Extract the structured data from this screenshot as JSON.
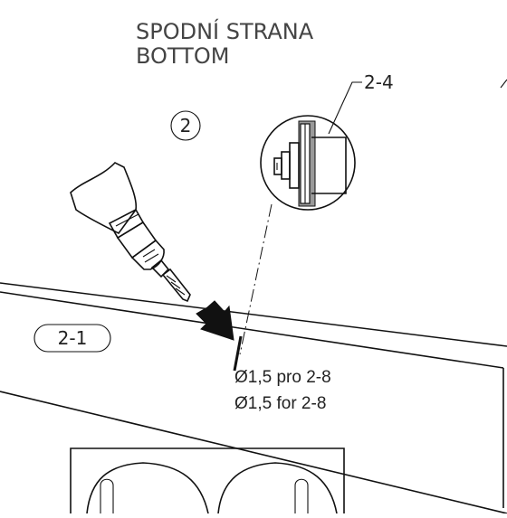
{
  "title": {
    "line1": "SPODNÍ STRANA",
    "line2": "BOTTOM"
  },
  "step_number": "2",
  "callouts": {
    "detail_ref": "2-4",
    "part_ref": "2-1"
  },
  "drill_notes": {
    "czech": "Ø1,5 pro 2-8",
    "english": "Ø1,5 for 2-8"
  },
  "colors": {
    "line": "#111111",
    "fill_gray": "#999999",
    "text": "#222222"
  }
}
